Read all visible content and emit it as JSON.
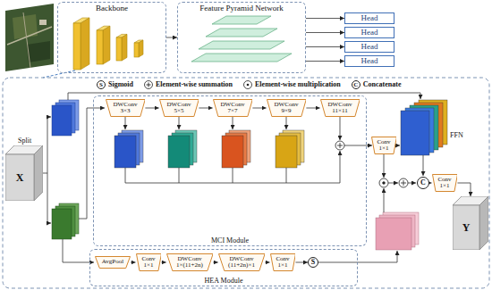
{
  "diagram": {
    "nodes": [
      {
        "text": [
          "Backbone"
        ]
      },
      {
        "text": [
          "Feature Pyramid Network"
        ]
      },
      {
        "text": [
          "Head"
        ]
      },
      {
        "text": [
          "Head"
        ]
      },
      {
        "text": [
          "Head"
        ]
      },
      {
        "text": [
          "Head"
        ]
      },
      {
        "text": [
          "X"
        ]
      },
      {
        "text": [
          "MCI Module"
        ]
      },
      {
        "text": [
          "DWConv 3×3"
        ],
        "in": 7
      },
      {
        "text": [
          "DWConv 5×5"
        ],
        "in": 7
      },
      {
        "text": [
          "DWConv 7×7"
        ],
        "in": 7
      },
      {
        "text": [
          "DWConv 9×9"
        ],
        "in": 7
      },
      {
        "text": [
          "DWConv 11×11"
        ],
        "in": 7
      },
      {
        "text": [
          "Conv 1×1"
        ]
      },
      {
        "text": [
          "HEA Module"
        ]
      },
      {
        "text": [
          "AvgPool"
        ],
        "in": 14
      },
      {
        "text": [
          "Conv 1×1"
        ],
        "in": 14
      },
      {
        "text": [
          "DWConv 1×(11+2n)"
        ],
        "in": 14
      },
      {
        "text": [
          "DWConv (11+2n)×1"
        ],
        "in": 14
      },
      {
        "text": [
          "Conv 1×1"
        ],
        "in": 14
      },
      {
        "text": [
          "S"
        ],
        "in": 14
      },
      {
        "text": [
          "C"
        ]
      },
      {
        "text": [
          "Conv 1×1"
        ]
      },
      {
        "text": [
          "Y"
        ]
      }
    ],
    "edges": [
      {
        "from": 0,
        "to": 1,
        "arrow": "to"
      },
      {
        "from": 1,
        "to": 2,
        "arrow": "to"
      },
      {
        "from": 1,
        "to": 3,
        "arrow": "to"
      },
      {
        "from": 1,
        "to": 4,
        "arrow": "to"
      },
      {
        "from": 1,
        "to": 5,
        "arrow": "to"
      },
      {
        "from": 8,
        "to": 9,
        "arrow": "to"
      },
      {
        "from": 9,
        "to": 10,
        "arrow": "to"
      },
      {
        "from": 10,
        "to": 11,
        "arrow": "to"
      },
      {
        "from": 11,
        "to": 12,
        "arrow": "to"
      },
      {
        "from": 15,
        "to": 16,
        "arrow": "to"
      },
      {
        "from": 16,
        "to": 17,
        "arrow": "to"
      },
      {
        "from": 17,
        "to": 18,
        "arrow": "to"
      },
      {
        "from": 18,
        "to": 19,
        "arrow": "to"
      },
      {
        "from": 19,
        "to": 20,
        "arrow": "to"
      },
      {
        "from": 21,
        "to": 22,
        "arrow": "to"
      },
      {
        "from": 22,
        "to": 23,
        "arrow": "to"
      }
    ],
    "labels": [
      "S",
      "C",
      "Split",
      "FFN"
    ],
    "legend": [
      {
        "text": "Sigmoid"
      },
      {
        "text": "Element-wise summation"
      },
      {
        "text": "Element-wise multiplication"
      },
      {
        "text": "Concatenate"
      }
    ]
  }
}
